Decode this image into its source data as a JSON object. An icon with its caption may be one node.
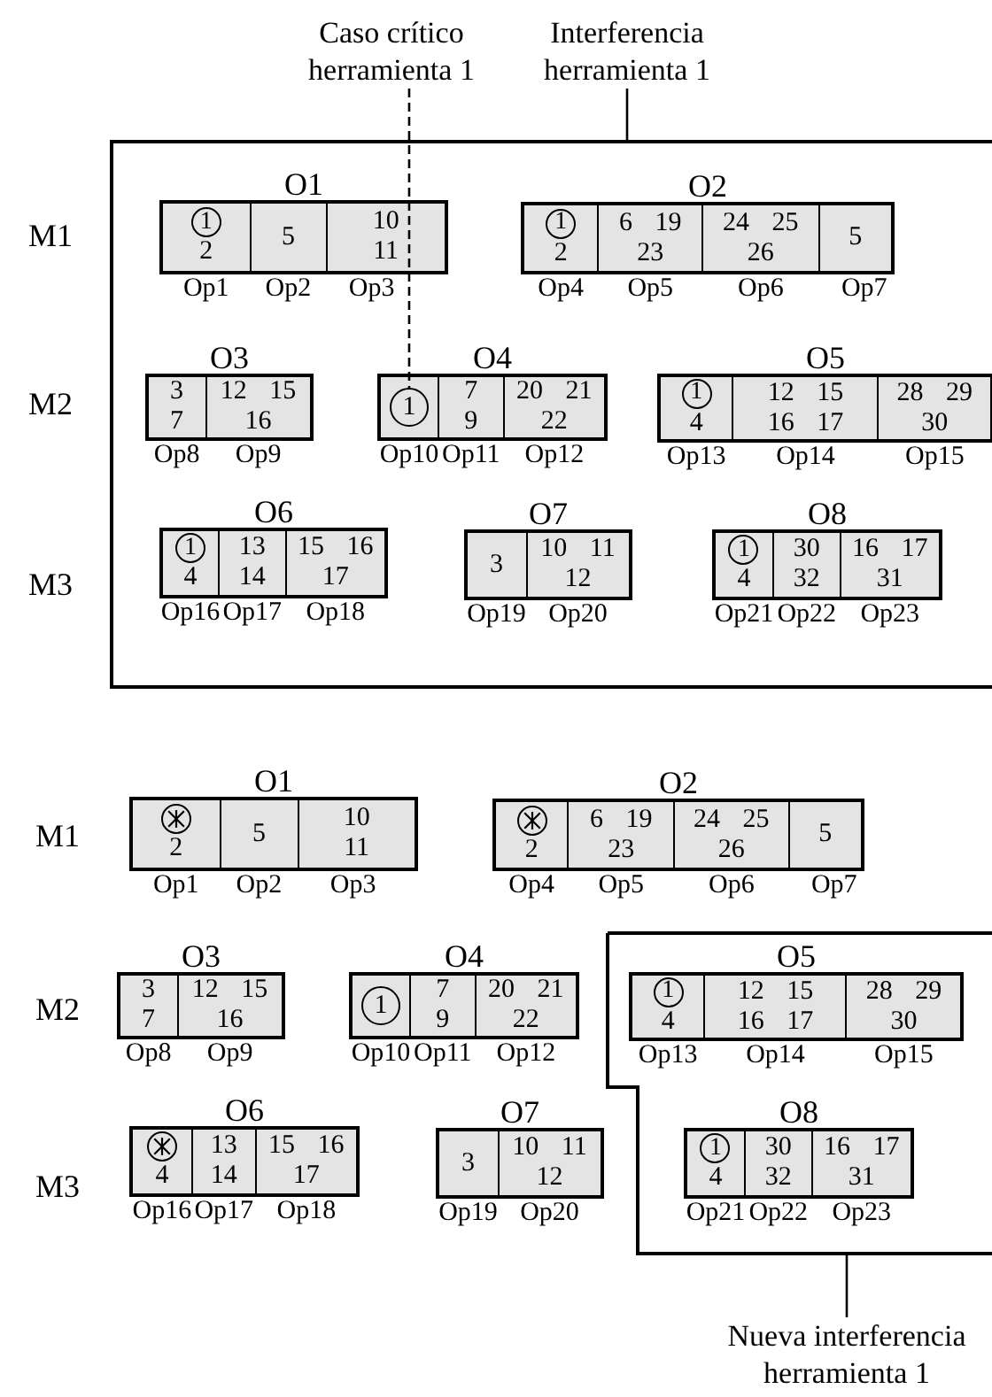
{
  "diagram": {
    "nodes": [
      {
        "text": [
          "Caso crítico herramienta 1"
        ]
      },
      {
        "text": [
          "Interferencia herramienta 1"
        ]
      },
      {
        "text": [],
        "shape": "box"
      },
      {
        "text": [
          "O1"
        ],
        "in": 2
      },
      {
        "text": [
          "2"
        ],
        "beside": [
          "Op1"
        ],
        "in": 3
      },
      {
        "text": [
          "1"
        ],
        "in": 4
      },
      {
        "text": [
          "5"
        ],
        "beside": [
          "Op2"
        ],
        "in": 3
      },
      {
        "text": [
          "10",
          "11"
        ],
        "beside": [
          "Op3"
        ],
        "in": 3
      },
      {
        "text": [
          "O2"
        ],
        "in": 2
      },
      {
        "text": [
          "2"
        ],
        "beside": [
          "Op4"
        ],
        "in": 8
      },
      {
        "text": [
          "1"
        ],
        "in": 9
      },
      {
        "text": [
          "6 19",
          "23"
        ],
        "beside": [
          "Op5"
        ],
        "in": 8
      },
      {
        "text": [
          "24 25",
          "26"
        ],
        "beside": [
          "Op6"
        ],
        "in": 8
      },
      {
        "text": [
          "5"
        ],
        "beside": [
          "Op7"
        ],
        "in": 8
      },
      {
        "text": [
          "O3"
        ],
        "in": 2
      },
      {
        "text": [
          "3",
          "7"
        ],
        "beside": [
          "Op8"
        ],
        "in": 14
      },
      {
        "text": [
          "12 15",
          "16"
        ],
        "beside": [
          "Op9"
        ],
        "in": 14
      },
      {
        "text": [
          "O4"
        ],
        "in": 2
      },
      {
        "text": [],
        "shape": "box",
        "beside": [
          "Op10"
        ],
        "in": 17
      },
      {
        "text": [
          "1"
        ],
        "in": 18
      },
      {
        "text": [
          "7",
          "9"
        ],
        "beside": [
          "Op11"
        ],
        "in": 17
      },
      {
        "text": [
          "20 21",
          "22"
        ],
        "beside": [
          "Op12"
        ],
        "in": 17
      },
      {
        "text": [
          "O5"
        ],
        "in": 2
      },
      {
        "text": [
          "4"
        ],
        "beside": [
          "Op13"
        ],
        "in": 22
      },
      {
        "text": [
          "1"
        ],
        "in": 23
      },
      {
        "text": [
          "12 15",
          "16 17"
        ],
        "beside": [
          "Op14"
        ],
        "in": 22
      },
      {
        "text": [
          "28 29",
          "30"
        ],
        "beside": [
          "Op15"
        ],
        "in": 22
      },
      {
        "text": [
          "O6"
        ],
        "in": 2
      },
      {
        "text": [
          "4"
        ],
        "beside": [
          "Op16"
        ],
        "in": 27
      },
      {
        "text": [
          "1"
        ],
        "in": 28
      },
      {
        "text": [
          "13",
          "14"
        ],
        "beside": [
          "Op17"
        ],
        "in": 27
      },
      {
        "text": [
          "15 16",
          "17"
        ],
        "beside": [
          "Op18"
        ],
        "in": 27
      },
      {
        "text": [
          "O7"
        ],
        "in": 2
      },
      {
        "text": [
          "3"
        ],
        "beside": [
          "Op19"
        ],
        "in": 32
      },
      {
        "text": [
          "10 11",
          "12"
        ],
        "beside": [
          "Op20"
        ],
        "in": 32
      },
      {
        "text": [
          "O8"
        ],
        "in": 2
      },
      {
        "text": [
          "4"
        ],
        "beside": [
          "Op21"
        ],
        "in": 35
      },
      {
        "text": [
          "1"
        ],
        "in": 36
      },
      {
        "text": [
          "30",
          "32"
        ],
        "beside": [
          "Op22"
        ],
        "in": 35
      },
      {
        "text": [
          "16 17",
          "31"
        ],
        "beside": [
          "Op23"
        ],
        "in": 35
      },
      {
        "text": [
          "O1"
        ]
      },
      {
        "text": [
          "2"
        ],
        "beside": [
          "Op1"
        ],
        "in": 40
      },
      {
        "text": [],
        "shape": "circle",
        "in": 41
      },
      {
        "text": [],
        "shape": "cross",
        "in": 42
      },
      {
        "text": [
          "5"
        ],
        "beside": [
          "Op2"
        ],
        "in": 40
      },
      {
        "text": [
          "10",
          "11"
        ],
        "beside": [
          "Op3"
        ],
        "in": 40
      },
      {
        "text": [
          "O2"
        ]
      },
      {
        "text": [
          "2"
        ],
        "beside": [
          "Op4"
        ],
        "in": 46
      },
      {
        "text": [],
        "shape": "circle",
        "in": 47
      },
      {
        "text": [],
        "shape": "cross",
        "in": 48
      },
      {
        "text": [
          "6 19",
          "23"
        ],
        "beside": [
          "Op5"
        ],
        "in": 46
      },
      {
        "text": [
          "24 25",
          "26"
        ],
        "beside": [
          "Op6"
        ],
        "in": 46
      },
      {
        "text": [
          "5"
        ],
        "beside": [
          "Op7"
        ],
        "in": 46
      },
      {
        "text": [
          "O3"
        ]
      },
      {
        "text": [
          "3",
          "7"
        ],
        "beside": [
          "Op8"
        ],
        "in": 53
      },
      {
        "text": [
          "12 15",
          "16"
        ],
        "beside": [
          "Op9"
        ],
        "in": 53
      },
      {
        "text": [
          "O4"
        ]
      },
      {
        "text": [],
        "shape": "box",
        "beside": [
          "Op10"
        ],
        "in": 56
      },
      {
        "text": [
          "1"
        ],
        "in": 57
      },
      {
        "text": [
          "7",
          "9"
        ],
        "beside": [
          "Op11"
        ],
        "in": 56
      },
      {
        "text": [
          "20 21",
          "22"
        ],
        "beside": [
          "Op12"
        ],
        "in": 56
      },
      {
        "text": [],
        "shape": "box"
      },
      {
        "text": [
          "O5"
        ],
        "in": 61
      },
      {
        "text": [
          "4"
        ],
        "beside": [
          "Op13"
        ],
        "in": 62
      },
      {
        "text": [
          "1"
        ],
        "in": 63
      },
      {
        "text": [
          "12 15",
          "16 17"
        ],
        "beside": [
          "Op14"
        ],
        "in": 62
      },
      {
        "text": [
          "28 29",
          "30"
        ],
        "beside": [
          "Op15"
        ],
        "in": 62
      },
      {
        "text": [
          "O6"
        ]
      },
      {
        "text": [
          "4"
        ],
        "beside": [
          "Op16"
        ],
        "in": 67
      },
      {
        "text": [],
        "shape": "circle",
        "in": 68
      },
      {
        "text": [],
        "shape": "cross",
        "in": 69
      },
      {
        "text": [
          "13",
          "14"
        ],
        "beside": [
          "Op17"
        ],
        "in": 67
      },
      {
        "text": [
          "15 16",
          "17"
        ],
        "beside": [
          "Op18"
        ],
        "in": 67
      },
      {
        "text": [
          "O7"
        ]
      },
      {
        "text": [
          "3"
        ],
        "beside": [
          "Op19"
        ],
        "in": 73
      },
      {
        "text": [
          "10 11",
          "12"
        ],
        "beside": [
          "Op20"
        ],
        "in": 73
      },
      {
        "text": [
          "O8"
        ],
        "in": 61
      },
      {
        "text": [
          "4"
        ],
        "beside": [
          "Op21"
        ],
        "in": 76
      },
      {
        "text": [
          "1"
        ],
        "in": 77
      },
      {
        "text": [
          "30",
          "32"
        ],
        "beside": [
          "Op22"
        ],
        "in": 76
      },
      {
        "text": [
          "16 17",
          "31"
        ],
        "beside": [
          "Op23"
        ],
        "in": 76
      },
      {
        "text": [
          "Nueva interferencia herramienta 1"
        ]
      }
    ],
    "edges": [
      {
        "from": 0,
        "to": 19,
        "arrow": "none",
        "style": "dashed"
      },
      {
        "from": 1,
        "to": 2,
        "arrow": "none"
      },
      {
        "from": 81,
        "to": 61,
        "arrow": "none"
      }
    ],
    "labels": [
      "M1",
      "M2",
      "M3",
      "M1",
      "M2",
      "M3"
    ]
  }
}
